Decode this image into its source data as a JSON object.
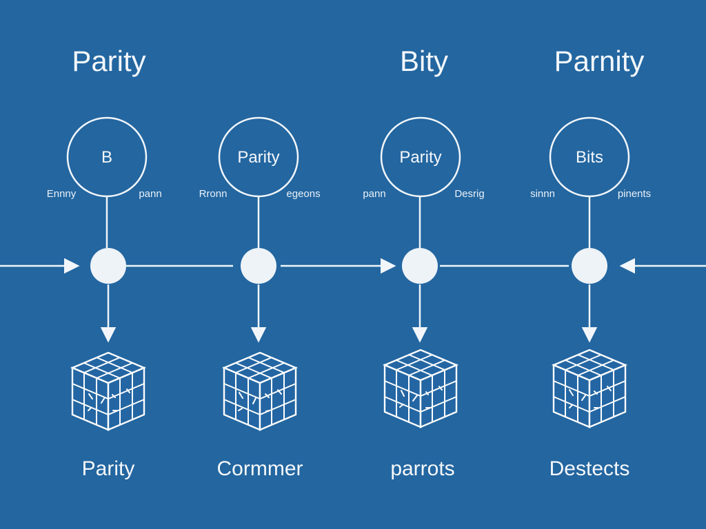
{
  "colors": {
    "background": "#2366a0",
    "foreground": "#ffffff",
    "node": "#eef3f8"
  },
  "headers": [
    {
      "text": "Parity"
    },
    {
      "text": "Bity"
    },
    {
      "text": "Parnity"
    }
  ],
  "columns": [
    {
      "circle_label": "B",
      "side_left": "Ennny",
      "side_right": "pann",
      "bottom_label": "Parity",
      "icon": "grid-cube-icon"
    },
    {
      "circle_label": "Parity",
      "side_left": "Rronn",
      "side_right": "egeons",
      "bottom_label": "Cormmer",
      "icon": "grid-cube-icon"
    },
    {
      "circle_label": "Parity",
      "side_left": "pann",
      "side_right": "Desrig",
      "bottom_label": "parrots",
      "icon": "grid-cube-icon"
    },
    {
      "circle_label": "Bits",
      "side_left": "sinnn",
      "side_right": "pinents",
      "bottom_label": "Destects",
      "icon": "grid-cube-icon"
    }
  ],
  "flow": {
    "description_icons": [
      "arrow-right-icon",
      "arrow-left-icon",
      "arrow-down-icon"
    ]
  }
}
